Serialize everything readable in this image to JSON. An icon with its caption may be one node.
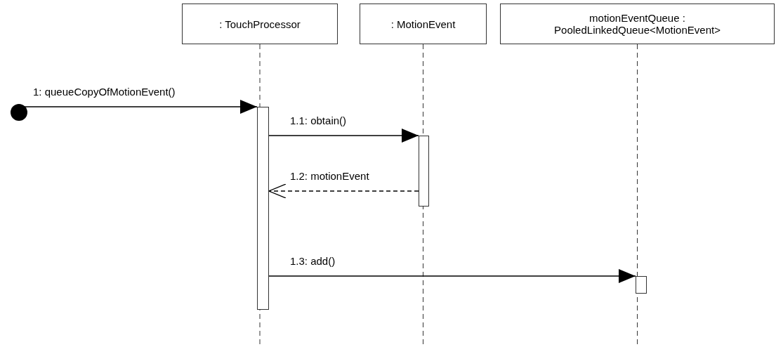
{
  "diagram": {
    "nodes": [
      {
        "text": [],
        "shape": "circle"
      },
      {
        "text": [
          ": TouchProcessor"
        ]
      },
      {
        "text": [
          ": MotionEvent"
        ]
      },
      {
        "text": [
          "motionEventQueue : PooledLinkedQueue<MotionEvent>"
        ]
      },
      {
        "text": [],
        "shape": "bar"
      },
      {
        "text": [],
        "shape": "bar"
      },
      {
        "text": [],
        "shape": "bar"
      }
    ],
    "edges": [
      {
        "from": 0,
        "to": 4,
        "arrow": "to",
        "label": "1: queueCopyOfMotionEvent()"
      },
      {
        "from": 4,
        "to": 5,
        "arrow": "to",
        "label": "1.1: obtain()"
      },
      {
        "from": 5,
        "to": 4,
        "arrow": "to",
        "label": "1.2: motionEvent",
        "style": "dashed"
      },
      {
        "from": 4,
        "to": 6,
        "arrow": "to",
        "label": "1.3: add()"
      }
    ]
  }
}
